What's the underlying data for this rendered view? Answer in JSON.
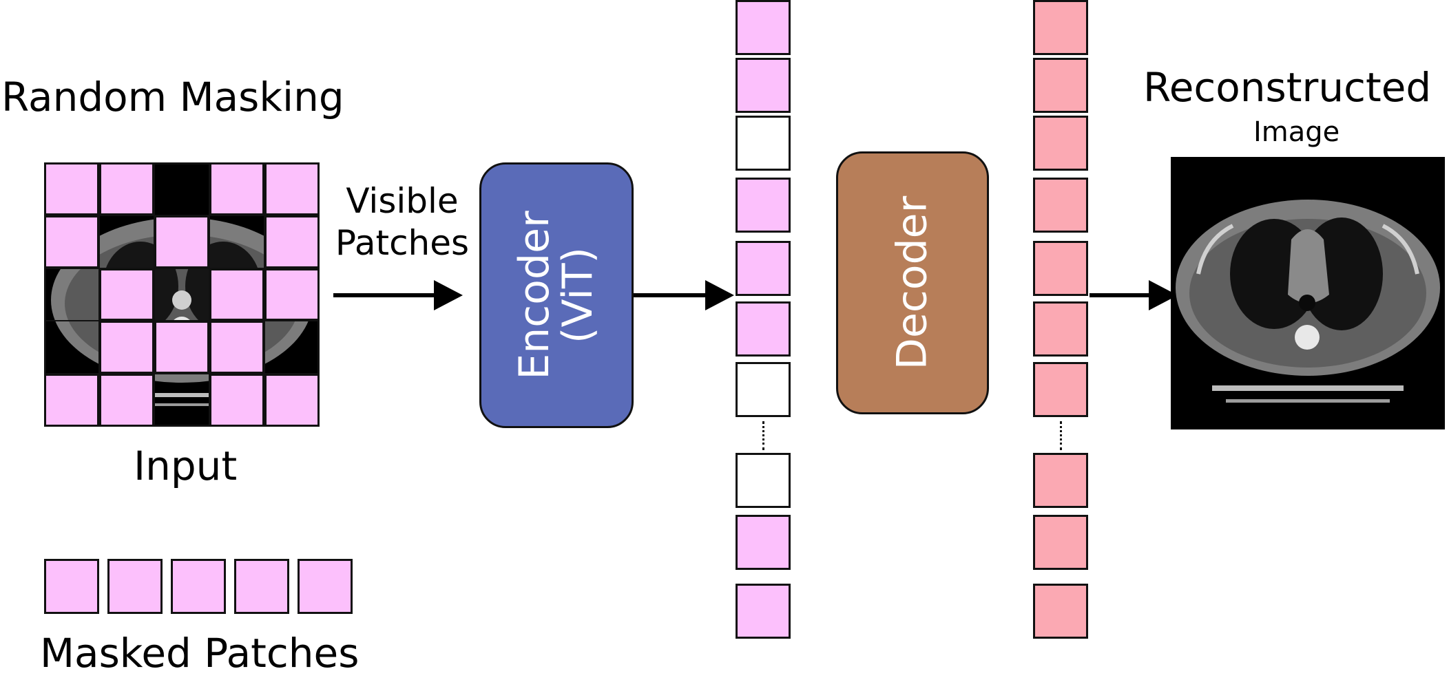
{
  "labels": {
    "random_masking": "Random Masking",
    "input": "Input",
    "masked_patches": "Masked Patches",
    "visible_patches_line1": "Visible",
    "visible_patches_line2": "Patches",
    "encoder_line1": "Encoder",
    "encoder_line2": "(ViT)",
    "decoder": "Decoder",
    "reconstructed": "Reconstructed",
    "image": "Image"
  },
  "colors": {
    "masked_patch": "#fcc0fc",
    "decoded_patch": "#fba9b3",
    "empty_patch": "#ffffff",
    "encoder": "#5a6bb8",
    "decoder": "#b77e59",
    "ct_background": "#000000"
  },
  "input_grid": {
    "rows": 5,
    "cols": 5,
    "mask": [
      [
        1,
        1,
        0,
        1,
        1
      ],
      [
        1,
        0,
        1,
        0,
        1
      ],
      [
        0,
        1,
        0,
        1,
        1
      ],
      [
        0,
        1,
        1,
        1,
        0
      ],
      [
        1,
        1,
        0,
        1,
        1
      ]
    ]
  },
  "encoder_output_tokens": [
    "masked",
    "masked",
    "empty",
    "masked",
    "masked",
    "masked",
    "empty",
    "ellipsis",
    "empty",
    "masked",
    "masked"
  ],
  "decoder_output_tokens": [
    "decoded",
    "decoded",
    "decoded",
    "decoded",
    "decoded",
    "decoded",
    "decoded",
    "ellipsis",
    "decoded",
    "decoded",
    "decoded"
  ],
  "masked_patch_legend_count": 5
}
